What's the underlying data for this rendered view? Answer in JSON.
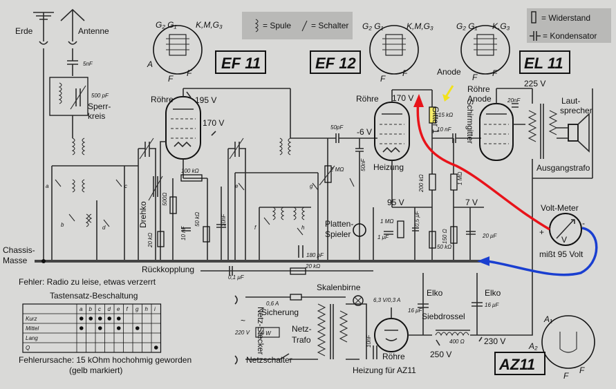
{
  "tubes": {
    "ef11": "EF 11",
    "ef12": "EF 12",
    "el11": "EL 11",
    "az11": "AZ11"
  },
  "legend": {
    "spule": "= Spule",
    "schalter": "= Schalter",
    "widerstand": "= Widerstand",
    "kondensator": "= Kondensator"
  },
  "labels": {
    "erde": "Erde",
    "antenne": "Antenne",
    "sperrkreis_1": "Sperr-",
    "sperrkreis_2": "kreis",
    "roehre_1": "Röhre",
    "roehre_2": "Röhre",
    "roehre_3": "Röhre",
    "roehre_4": "Röhre",
    "anode_1": "Anode",
    "anode_2": "Anode",
    "gitter1": "Gitter 1",
    "schirmgitter": "Schirmgitter",
    "heizung": "Heizung",
    "lautsprecher_1": "Laut-",
    "lautsprecher_2": "sprecher",
    "ausgangstrafo": "Ausgangstrafo",
    "drehko": "Drehko",
    "chassis_1": "Chassis-",
    "chassis_2": "Masse",
    "rueckkopplung": "Rückkopplung",
    "plattenspieler_1": "Platten-",
    "plattenspieler_2": "Spieler",
    "voltmeter": "Volt-Meter",
    "voltmeter_reading": "mißt 95 Volt",
    "skalenbirne": "Skalenbirne",
    "sicherung": "Sicherung",
    "netzstecker": "Netz-Stecker",
    "netztrafo_1": "Netz-",
    "netztrafo_2": "Trafo",
    "netzschalter": "Netzschalter",
    "heizung_az11": "Heizung für AZ11",
    "elko_1": "Elko",
    "elko_2": "Elko",
    "siebdrossel": "Siebdrossel",
    "tastensatz": "Tastensatz-Beschaltung",
    "fehler": "Fehler: Radio zu leise, etwas verzerrt",
    "ursache_1": "Fehlerursache: 15 kOhm hochohmig geworden",
    "ursache_2": "(gelb markiert)"
  },
  "voltages": {
    "v195": "195 V",
    "v170a": "170 V",
    "v170b": "170 V",
    "vneg6": "-6 V",
    "v225": "225 V",
    "v95": "95 V",
    "v7": "7 V",
    "v250": "250 V",
    "v230": "230 V",
    "v220": "220 V",
    "w50": "50 W"
  },
  "components": {
    "c5nf": "5nF",
    "c500pf": "500 pF",
    "r100k": "100 kΩ",
    "r500": "500Ω",
    "r20k_a": "20 kΩ",
    "c10nf_a": "10 nF",
    "r50k_a": "50 kΩ",
    "c10nf_b": "10nF",
    "c50pf": "50pF",
    "r2m": "2 MΩ",
    "c50nf": "50nF",
    "c180pf": "180 pF",
    "r20k_b": "20 kΩ",
    "c01uf": "0,1 μF",
    "r1m_a": "1 MΩ",
    "c1uf": "1 μF",
    "c05uf": "0,5 μF",
    "r15k": "15 kΩ",
    "c10nf_c": "10 nF",
    "r200k": "200 kΩ",
    "r1m_b": "1 MΩ",
    "r50k_b": "50 kΩ",
    "r150": "150 Ω",
    "c20uf": "20 μF",
    "c20nf": "20nF",
    "fuse": "0,6 A",
    "lamp": "6,3 V/0,3 A",
    "c16uf_a": "16 μF",
    "c16uf_b": "16 μF",
    "r400": "400 Ω",
    "c10nf_d": "10nF"
  },
  "switch_table": {
    "columns": [
      "a",
      "b",
      "c",
      "d",
      "e",
      "f",
      "g",
      "h",
      "i"
    ],
    "rows": [
      {
        "label": "Kurz",
        "dots": [
          true,
          true,
          true,
          true,
          true,
          false,
          false,
          false,
          false
        ]
      },
      {
        "label": "Mittel",
        "dots": [
          true,
          false,
          true,
          false,
          true,
          false,
          true,
          false,
          false
        ]
      },
      {
        "label": "Lang",
        "dots": [
          false,
          false,
          false,
          false,
          false,
          false,
          false,
          false,
          false
        ]
      },
      {
        "label": "Q",
        "dots": [
          false,
          false,
          false,
          false,
          false,
          false,
          false,
          false,
          true
        ]
      }
    ]
  },
  "colors": {
    "background": "#d9d9d7",
    "probe_red": "#e8131a",
    "probe_blue": "#1a3fd0",
    "marker_yellow": "#f2e21a"
  }
}
